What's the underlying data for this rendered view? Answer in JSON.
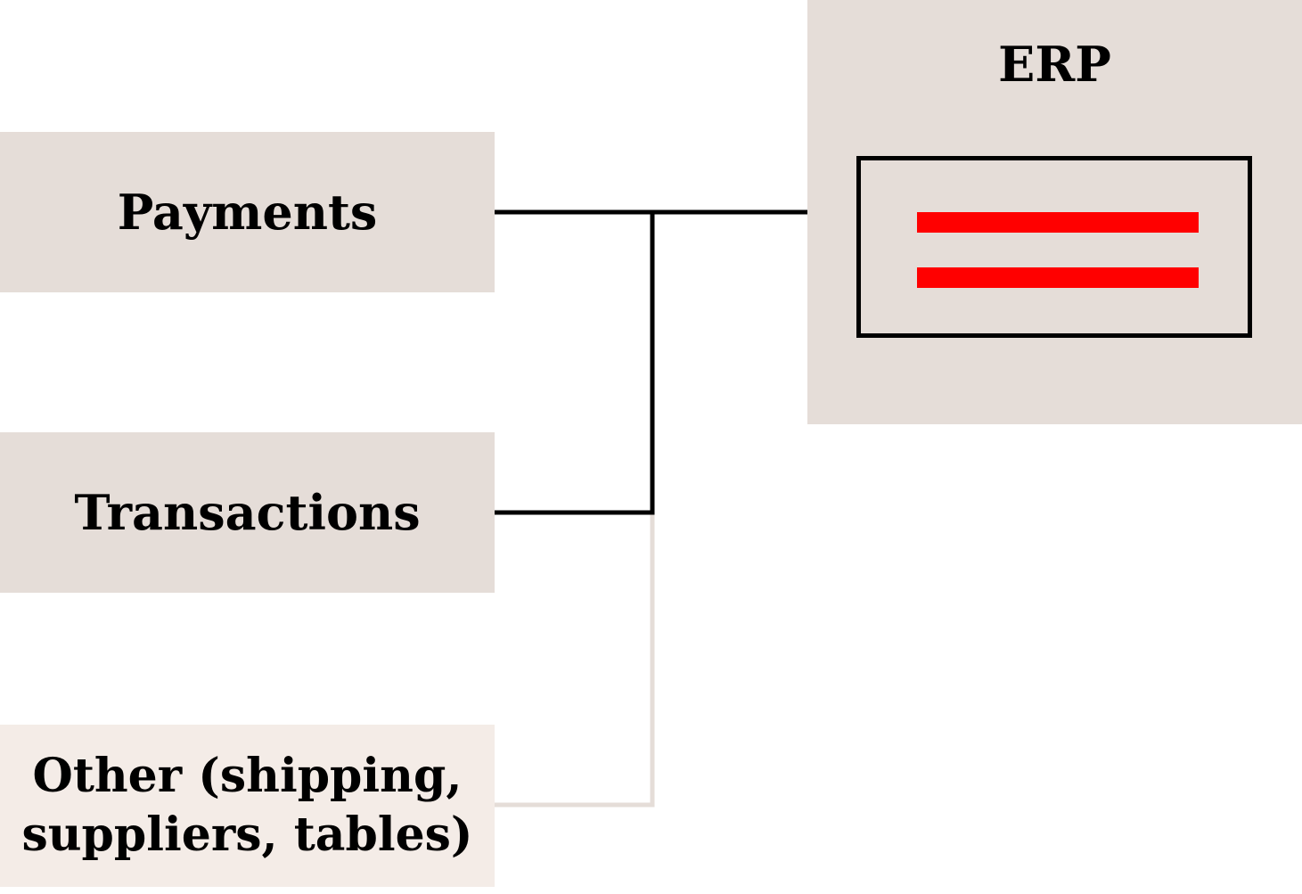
{
  "colors": {
    "box_fill": "#e5ddd8",
    "box_fill_light": "#f4ece7",
    "connector_active": "#000000",
    "connector_inactive": "#e5ddd8",
    "accent": "#ff0000"
  },
  "nodes": {
    "payments": {
      "label": "Payments"
    },
    "transactions": {
      "label": "Transactions"
    },
    "other": {
      "line1": "Other (shipping,",
      "line2": "suppliers, tables)"
    }
  },
  "erp": {
    "title": "ERP",
    "icon": "document-lines-icon"
  }
}
